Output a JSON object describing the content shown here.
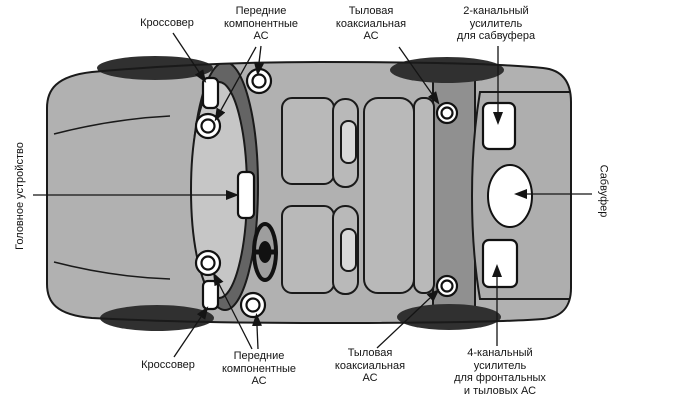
{
  "diagram": {
    "labels": {
      "crossover_top": "Кроссовер",
      "front_component_speakers_top": "Передние\nкомпонентные\nАС",
      "rear_coaxial_speaker_top": "Тыловая\nкоаксиальная\nАС",
      "amplifier_2ch": "2-канальный\nусилитель\nдля сабвуфера",
      "subwoofer": "Сабвуфер",
      "head_unit": "Головное устройство",
      "crossover_bottom": "Кроссовер",
      "front_component_speakers_bottom": "Передние\nкомпонентные\nАС",
      "rear_coaxial_speaker_bottom": "Тыловая\nкоаксиальная\nАС",
      "amplifier_4ch": "4-канальный\nусилитель\nдля фронтальных\nи тыловых АС"
    },
    "colors": {
      "background": "#ffffff",
      "outline": "#1a1a1a",
      "car_body": "#b1b1b1",
      "wheel": "#303030",
      "windshield": "#646464",
      "dashboard": "#c6c6c6",
      "rear_deck": "#909090",
      "trunk": "#aeaeae",
      "seat": "#b9b9b9",
      "headrest": "#d9d9d9",
      "steering_center": "#9e9e9e",
      "component_fill": "#ffffff"
    }
  }
}
